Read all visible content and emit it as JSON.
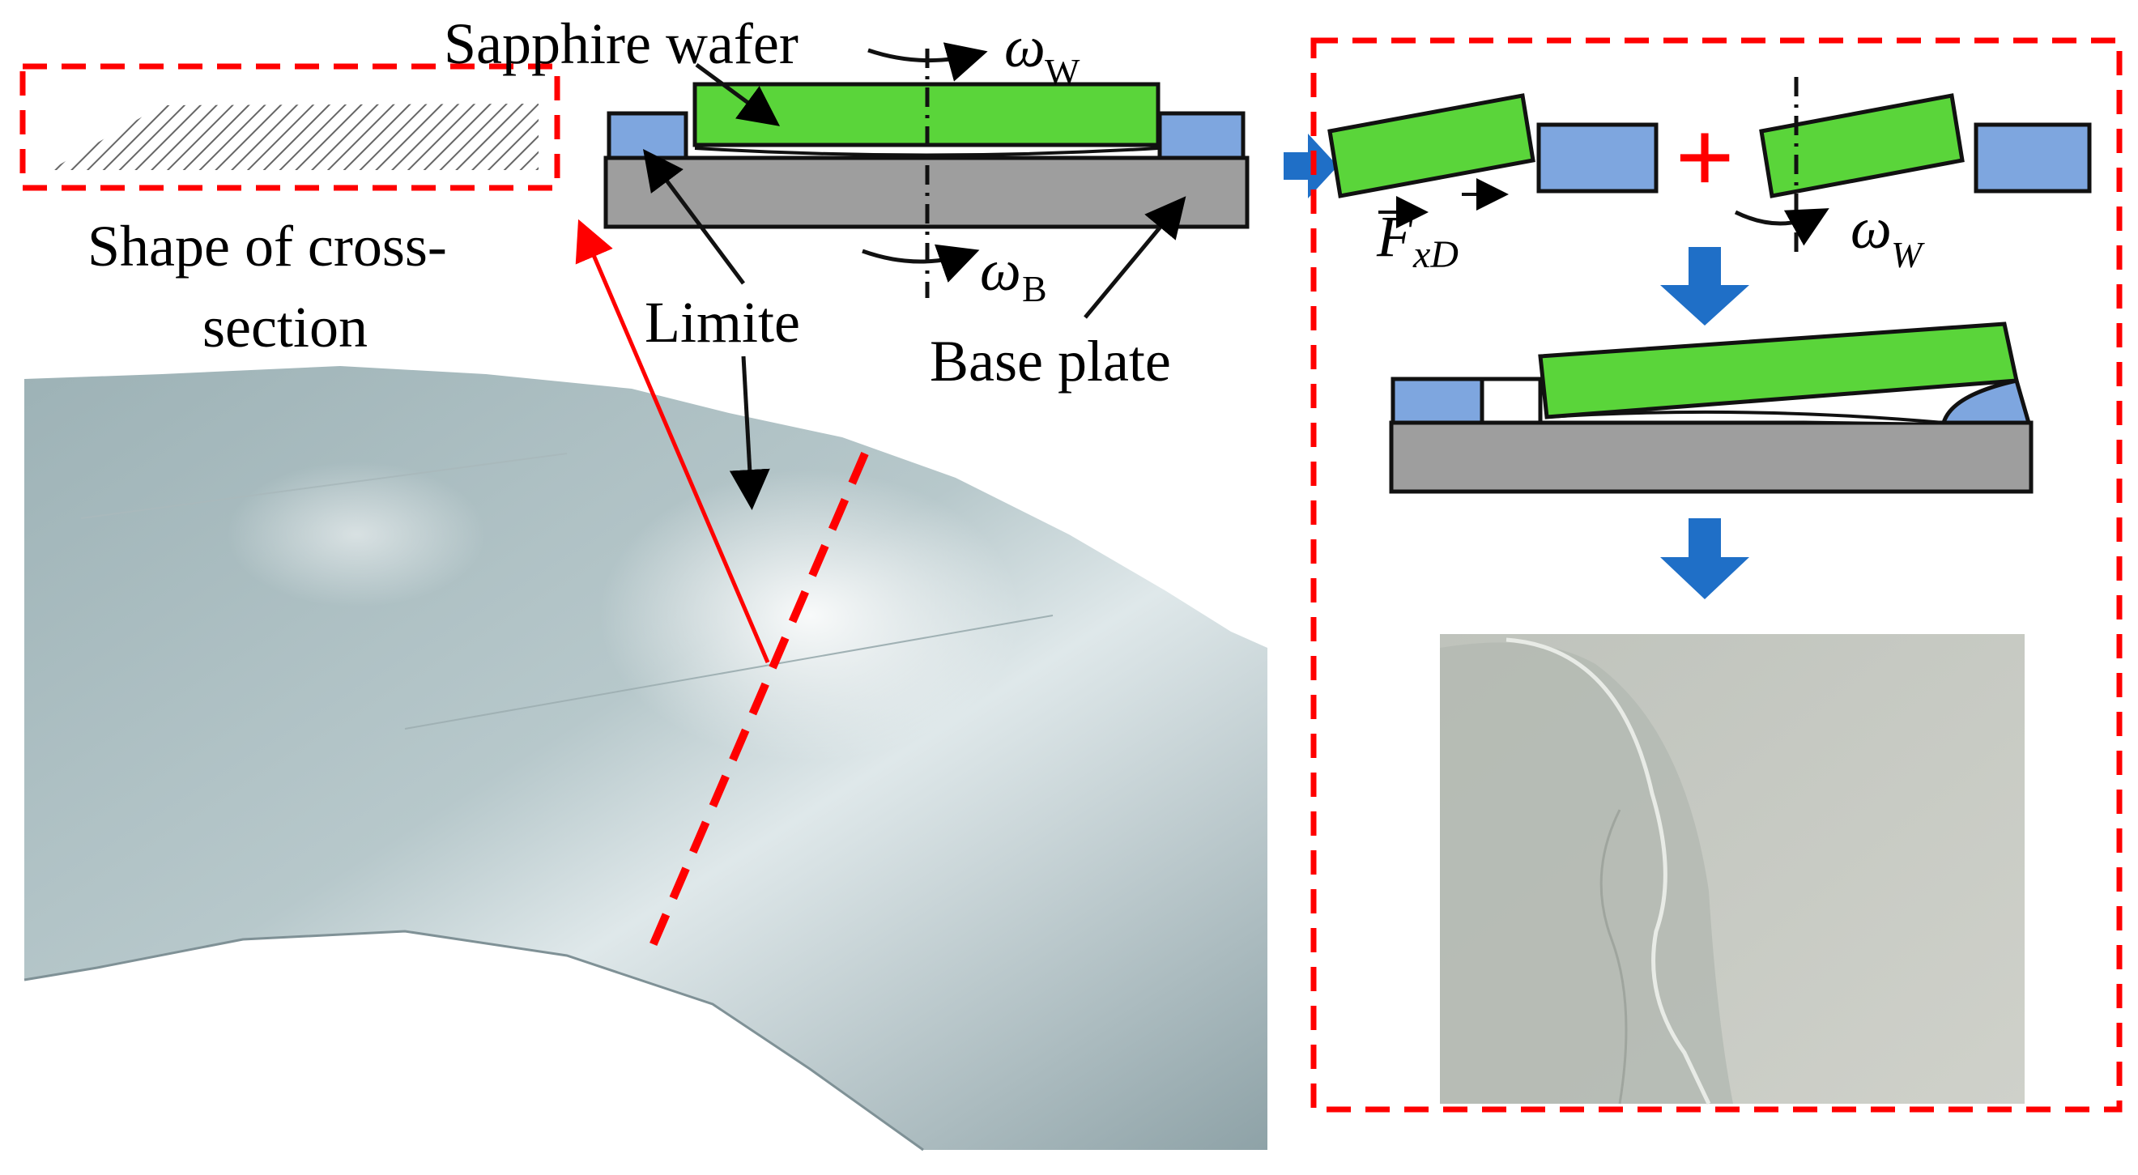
{
  "labels": {
    "sapphire_wafer": "Sapphire wafer",
    "omega_w_symbol": "ω",
    "omega_w_sub": "W",
    "omega_b_symbol": "ω",
    "omega_b_sub": "B",
    "shape_line1": "Shape of cross-",
    "shape_line2": "section",
    "limite": "Limite",
    "base_plate": "Base plate",
    "force_symbol": "F",
    "force_sub": "xD",
    "omega_w2_symbol": "ω",
    "omega_w2_sub": "W",
    "plus_sign": "+"
  },
  "colors": {
    "wafer_green": "#5ad53a",
    "limiter_blue": "#7ea6df",
    "base_gray": "#9e9e9e",
    "dashed_red": "#ff0000",
    "arrow_blue": "#1f6fc7",
    "photo_left": "#8fa6ab",
    "photo_right": "#c7c9c2"
  },
  "icons": {
    "flow_arrow": "blue-block-arrow",
    "rotation": "curved-rotation-arrow"
  }
}
